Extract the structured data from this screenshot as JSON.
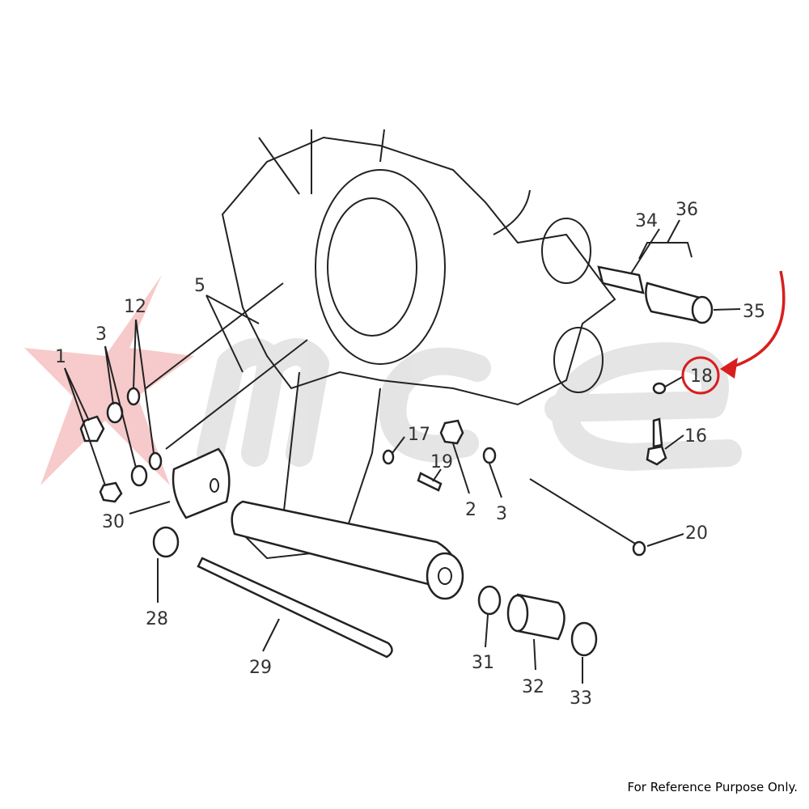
{
  "watermark": {
    "lettering": "mce",
    "star_color": "#e89090",
    "letter_color": "#c8c8c8"
  },
  "highlight": {
    "part": "18",
    "color": "#d81e1e"
  },
  "labels": {
    "p1": "1",
    "p3a": "3",
    "p12": "12",
    "p5": "5",
    "p30": "30",
    "p28": "28",
    "p29": "29",
    "p17": "17",
    "p19": "19",
    "p2": "2",
    "p3b": "3",
    "p34": "34",
    "p36": "36",
    "p35": "35",
    "p18": "18",
    "p16": "16",
    "p20": "20",
    "p31": "31",
    "p32": "32",
    "p33": "33"
  },
  "footer": "For Reference Purpose Only."
}
